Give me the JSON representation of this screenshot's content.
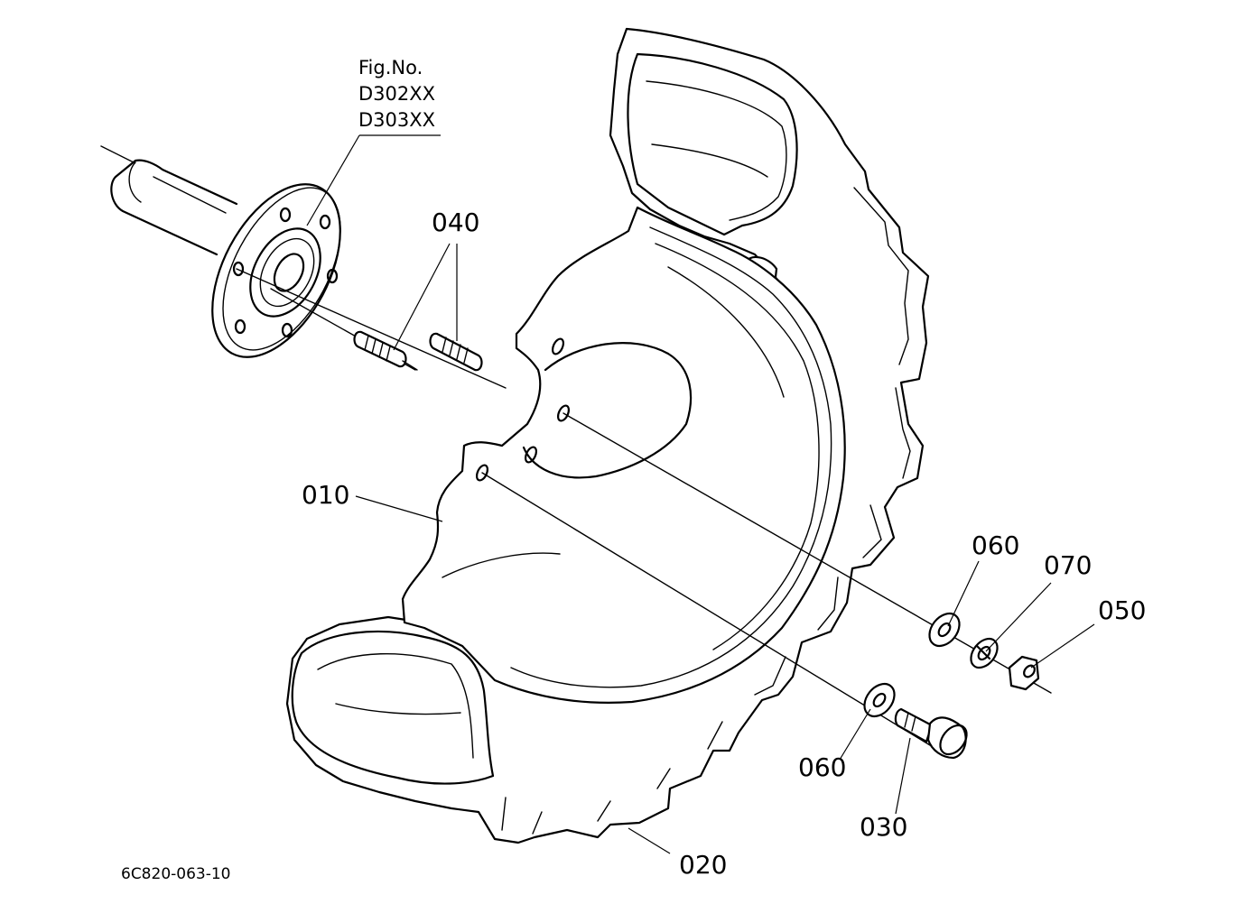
{
  "figure_ref": {
    "heading": "Fig.No.",
    "numbers": [
      "D302XX",
      "D303XX"
    ]
  },
  "callouts": {
    "rim": "010",
    "tire": "020",
    "bolt": "030",
    "studs": "040",
    "nut": "050",
    "washer_upper": "060",
    "washer_lower": "060",
    "lock_washer": "070"
  },
  "drawing_code": "6C820-063-10"
}
